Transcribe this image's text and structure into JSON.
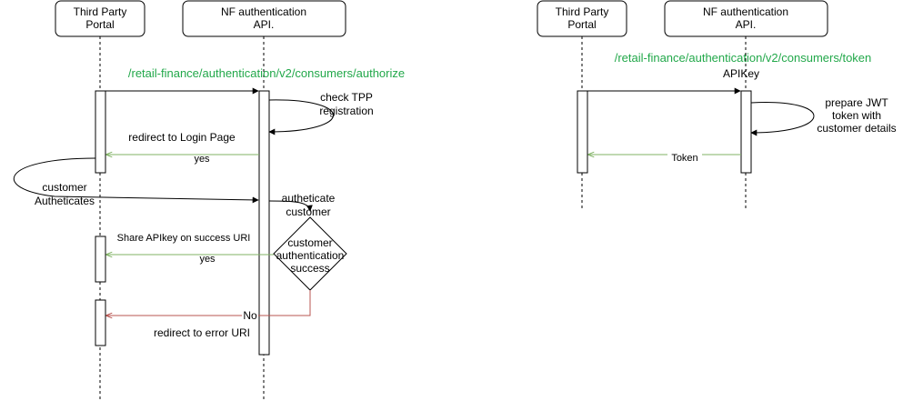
{
  "diagram_left": {
    "actor_portal": {
      "line1": "Third Party",
      "line2": "Portal"
    },
    "actor_api": {
      "line1": "NF authentication",
      "line2": "API."
    },
    "endpoint_url": "/retail-finance/authentication/v2/consumers/authorize",
    "self_check": {
      "line1": "check TPP",
      "line2": "registration"
    },
    "redirect_login": "redirect to Login Page",
    "yes_1": "yes",
    "customer_auth": {
      "line1": "customer",
      "line2": "Autheticates"
    },
    "authenticate_customer": {
      "line1": "autheticate",
      "line2": "customer"
    },
    "decision": {
      "line1": "customer",
      "line2": "authentication",
      "line3": "success"
    },
    "share_apikey": "Share APIkey on success URI",
    "yes_2": "yes",
    "no_label": "No",
    "redirect_error": "redirect to error URI"
  },
  "diagram_right": {
    "actor_portal": {
      "line1": "Third Party",
      "line2": "Portal"
    },
    "actor_api": {
      "line1": "NF authentication",
      "line2": "API."
    },
    "endpoint_url": "/retail-finance/authentication/v2/consumers/token",
    "apikey_label": "APIKey",
    "self_jwt": {
      "line1": "prepare JWT",
      "line2": "token with",
      "line3": "customer details"
    },
    "token_label": "Token"
  },
  "colors": {
    "url_green": "#22a84a",
    "return_green": "#82b366",
    "error_red": "#b85450",
    "line_black": "#000000"
  }
}
